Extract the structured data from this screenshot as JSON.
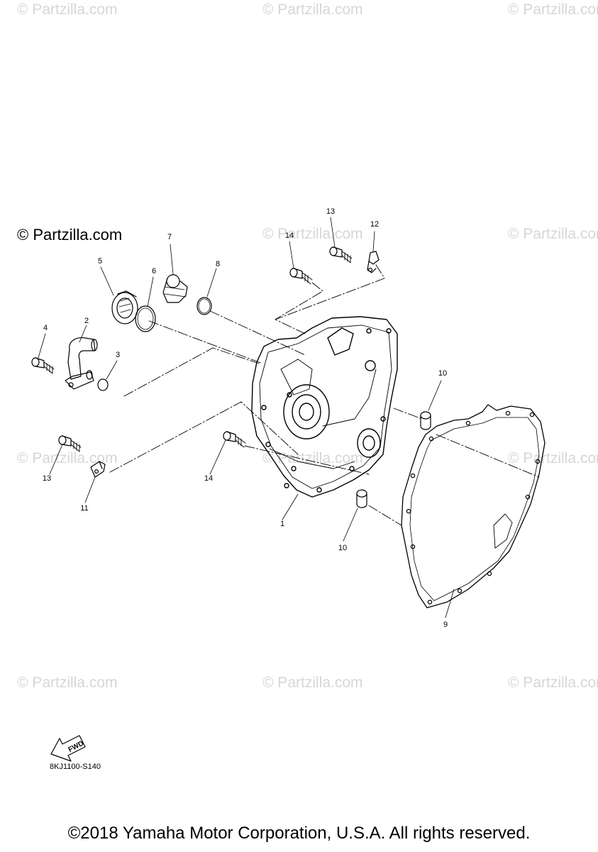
{
  "watermarks": {
    "text": "© Partzilla.com",
    "main_text": "© Partzilla.com"
  },
  "callouts": {
    "c1": "1",
    "c2": "2",
    "c3": "3",
    "c4": "4",
    "c5": "5",
    "c6": "6",
    "c7": "7",
    "c8": "8",
    "c9": "9",
    "c10a": "10",
    "c10b": "10",
    "c11": "11",
    "c12": "12",
    "c13a": "13",
    "c13b": "13",
    "c14a": "14",
    "c14b": "14"
  },
  "fwd_label": "FWD",
  "diagram_code": "8KJ1100-S140",
  "copyright": "©2018 Yamaha Motor Corporation, U.S.A. All rights reserved.",
  "colors": {
    "line": "#000000",
    "watermark": "#d6d6d6"
  }
}
